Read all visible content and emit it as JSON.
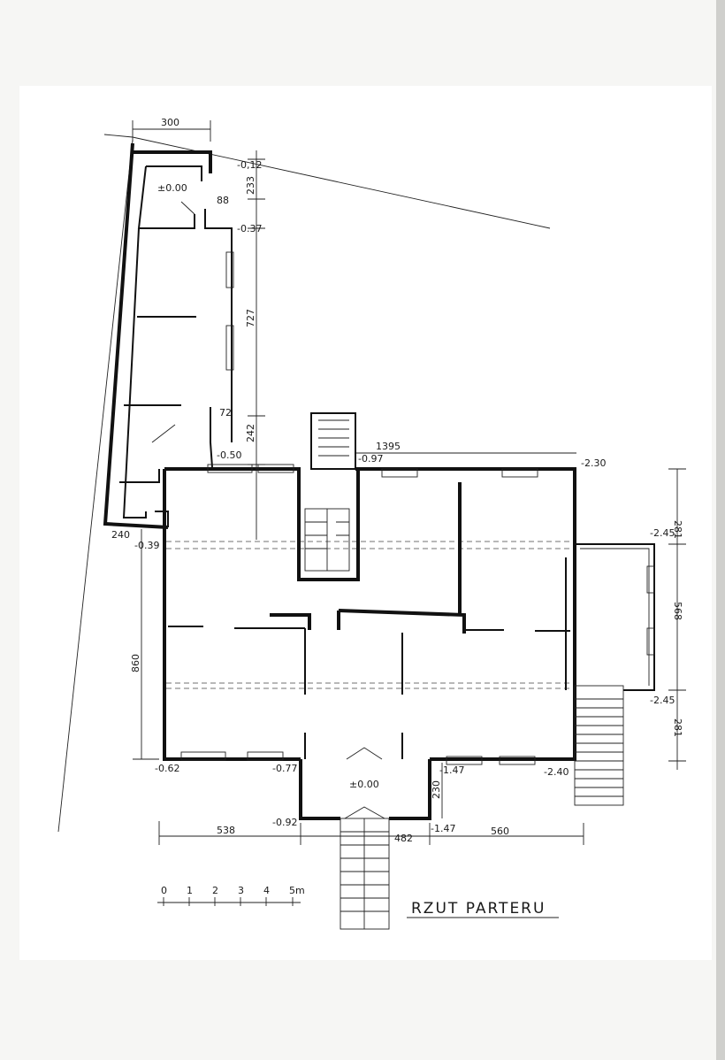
{
  "drawing": {
    "title": "RZUT PARTERU",
    "scale_bar": {
      "ticks": [
        "0",
        "1",
        "2",
        "3",
        "4",
        "5m"
      ]
    },
    "dimensions": {
      "wing_width": "300",
      "wing_top_depth": "233",
      "wing_door": "88",
      "wing_length": "727",
      "wing_passage": "72",
      "wing_lower": "242",
      "wing_bottom": "240",
      "main_width": "1395",
      "main_depth": "860",
      "annex_top": "281",
      "annex_length": "568",
      "annex_bottom": "281",
      "porch_depth": "230",
      "front_left": "538",
      "front_porch": "482",
      "front_right": "560"
    },
    "levels": {
      "wing_top": "-0,12",
      "wing_room": "±0.00",
      "wing_mid": "-0.37",
      "wing_bottom": "-0.50",
      "stair_tower": "-0.97",
      "main_ne": "-2.30",
      "annex_n": "-2.45",
      "annex_s": "-2.45",
      "main_nw": "-0.39",
      "main_sw": "-0.62",
      "porch_w": "-0.77",
      "porch_floor": "±0.00",
      "porch_e": "-1.47",
      "main_se": "-2.40",
      "porch_sw": "-0.92",
      "porch_se": "-1.47"
    },
    "colors": {
      "paper": "#ffffff",
      "ink": "#111111",
      "background": "#f1f1ef"
    }
  }
}
